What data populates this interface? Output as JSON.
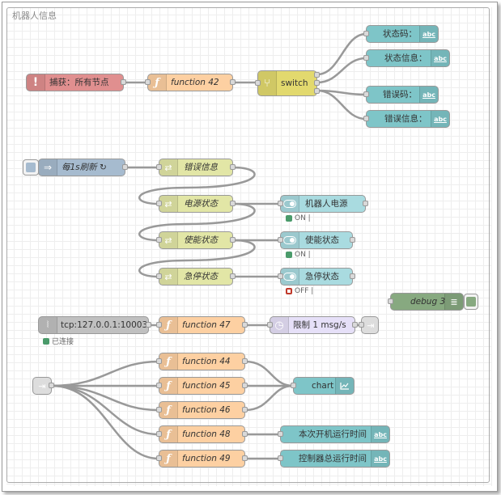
{
  "group": {
    "label": "机器人信息"
  },
  "nodes": {
    "catch": {
      "label": "捕获：所有节点"
    },
    "f42": {
      "label": "function 42"
    },
    "switch": {
      "label": "switch"
    },
    "t_status_code": {
      "label": "状态码："
    },
    "t_status_info": {
      "label": "状态信息："
    },
    "t_err_code": {
      "label": "错误码："
    },
    "t_err_info": {
      "label": "错误信息："
    },
    "inject1s": {
      "label": "每1s刷新 ↻"
    },
    "ch_err": {
      "label": "错误信息"
    },
    "ch_power": {
      "label": "电源状态"
    },
    "ch_enable": {
      "label": "使能状态"
    },
    "ch_estop": {
      "label": "急停状态"
    },
    "sw_power": {
      "label": "机器人电源",
      "status": "ON |"
    },
    "sw_enable": {
      "label": "使能状态",
      "status": "ON |"
    },
    "sw_estop": {
      "label": "急停状态",
      "status": "OFF |"
    },
    "debug3": {
      "label": "debug 3"
    },
    "tcp": {
      "label": "tcp:127.0.0.1:10003",
      "status": "已连接"
    },
    "f47": {
      "label": "function 47"
    },
    "delay": {
      "label": "限制 1 msg/s"
    },
    "f44": {
      "label": "function 44"
    },
    "f45": {
      "label": "function 45"
    },
    "f46": {
      "label": "function 46"
    },
    "chart": {
      "label": "chart"
    },
    "f48": {
      "label": "function 48"
    },
    "f49": {
      "label": "function 49"
    },
    "t_run_now": {
      "label": "本次开机运行时间"
    },
    "t_run_total": {
      "label": "控制器总运行时间"
    }
  },
  "icons": {
    "abc": "abc",
    "fx": "ƒ",
    "alert": "!",
    "arrow": "⇒"
  },
  "colors": {
    "function": "#fdd0a2",
    "ui_text": "#7ec5c8",
    "switch": "#e2d96e",
    "catch": "#e08f8f",
    "inject": "#a6bbcf",
    "change": "#e2e6a6",
    "ui_switch": "#a9dbe0",
    "debug": "#87a980",
    "tcp": "#c0c0c0",
    "delay": "#e6e0f8",
    "status_green": "#4a9a6a",
    "status_red": "#c0392b"
  }
}
